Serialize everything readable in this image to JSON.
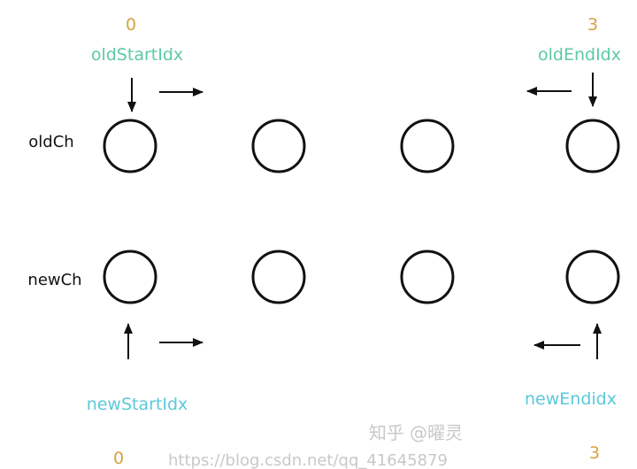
{
  "old": {
    "row_label": "oldCh",
    "start_label": "oldStartIdx",
    "start_index": "0",
    "end_label": "oldEndIdx",
    "end_index": "3"
  },
  "new": {
    "row_label": "newCh",
    "start_label": "newStartIdx",
    "start_index": "0",
    "end_label": "newEndidx",
    "end_index": "3"
  },
  "colors": {
    "index": "#d9a040",
    "old_label": "#5cc9a7",
    "new_label": "#5bc8dc",
    "node": "#111111"
  },
  "watermark": {
    "zhihu": "知乎 @曜灵",
    "csdn": "https://blog.csdn.net/qq_41645879"
  }
}
